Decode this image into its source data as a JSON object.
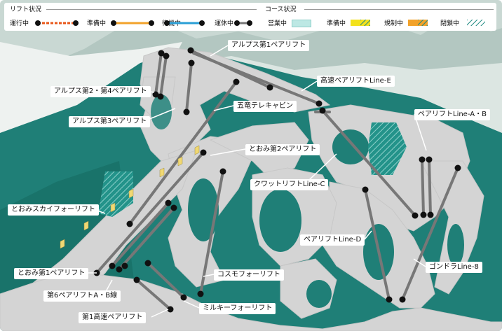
{
  "legend": {
    "lift_header": "リフト状況",
    "course_header": "コース状況",
    "lift_status": [
      {
        "label": "運行中",
        "color": "#e8571a",
        "style": "dashed"
      },
      {
        "label": "準備中",
        "color": "#f2a22a",
        "style": "solid"
      },
      {
        "label": "待機中",
        "color": "#2a9fd6",
        "style": "solid"
      },
      {
        "label": "運休中",
        "color": "#777777",
        "style": "solid"
      }
    ],
    "course_status": [
      {
        "label": "営業中",
        "color": "#bde8e4"
      },
      {
        "label": "準備中",
        "color": "#f3e21c"
      },
      {
        "label": "規制中",
        "color": "#f2a22a"
      },
      {
        "label": "閉鎖中",
        "color": "#9fc6c2"
      }
    ]
  },
  "lifts": [
    {
      "name": "アルプス第1ペアリフト",
      "status": "運休中"
    },
    {
      "name": "アルプス第2・第4ペアリフト",
      "status": "運休中"
    },
    {
      "name": "高速ペアリフトLine-E",
      "status": "運休中"
    },
    {
      "name": "五竜テレキャビン",
      "status": "運休中"
    },
    {
      "name": "アルプス第3ペアリフト",
      "status": "運休中"
    },
    {
      "name": "ペアリフトLine-A・B",
      "status": "運休中"
    },
    {
      "name": "とおみ第2ペアリフト",
      "status": "運休中"
    },
    {
      "name": "クワットリフトLine-C",
      "status": "運休中"
    },
    {
      "name": "とおみスカイフォーリフト",
      "status": "運休中"
    },
    {
      "name": "ペアリフトLine-D",
      "status": "運休中"
    },
    {
      "name": "ゴンドラLine-8",
      "status": "運休中"
    },
    {
      "name": "とおみ第1ペアリフト",
      "status": "運休中"
    },
    {
      "name": "コスモフォーリフト",
      "status": "運休中"
    },
    {
      "name": "第6ペアリフトA・B線",
      "status": "運休中"
    },
    {
      "name": "ミルキーフォーリフト",
      "status": "運休中"
    },
    {
      "name": "第1高速ペアリフト",
      "status": "運休中"
    }
  ],
  "colors": {
    "sky": "#c9d8d3",
    "forest": "#1f7f77",
    "forest_dark": "#166a62",
    "snow": "#d4d4d4",
    "lift_line": "#777777"
  }
}
